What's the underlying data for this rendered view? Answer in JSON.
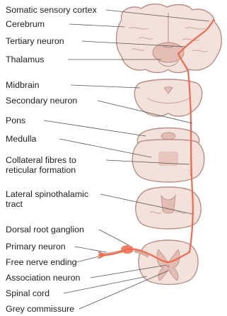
{
  "labels": {
    "somatic_sensory_cortex": "Somatic sensory cortex",
    "cerebrum": "Cerebrum",
    "tertiary_neuron": "Tertiary neuron",
    "thalamus": "Thalamus",
    "midbrain": "Midbrain",
    "secondary_neuron": "Secondary neuron",
    "pons": "Pons",
    "medulla": "Medulla",
    "collateral_line1": "Collateral fibres to",
    "collateral_line2": "reticular formation",
    "lateral_line1": "Lateral spinothalamic",
    "lateral_line2": "tract",
    "dorsal_root_ganglion": "Dorsal root ganglion",
    "primary_neuron": "Primary neuron",
    "free_nerve_ending": "Free nerve ending",
    "association_neuron": "Association neuron",
    "spinal_cord": "Spinal cord",
    "grey_commissure": "Grey commissure"
  },
  "colors": {
    "tissue": "#f3e2dc",
    "tissue_outline": "#b88f86",
    "grey_matter": "#e3bdb3",
    "pathway": "#ef6a4e",
    "leader": "#555555"
  }
}
